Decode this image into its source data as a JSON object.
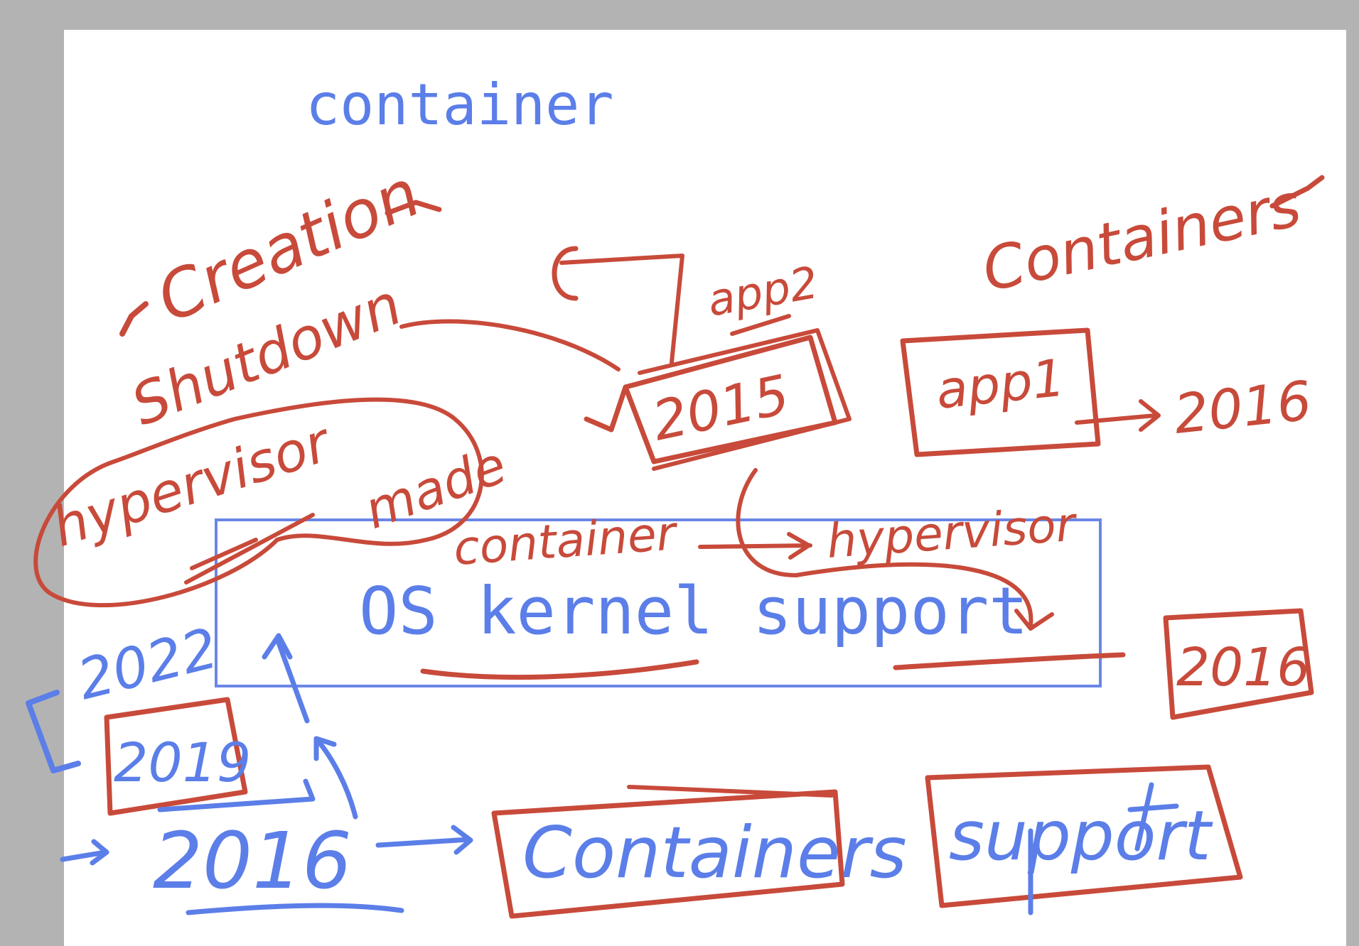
{
  "title": "container",
  "kernel_label": "OS kernel support",
  "notes": {
    "creation": "Creation",
    "shutdown": "Shutdown",
    "hypervisor_made": "hypervisor",
    "made": "made",
    "app2": "app2",
    "year_2015": "2015",
    "containers": "Containers",
    "app1": "app1",
    "year_2016_right": "2016",
    "container_word": "container",
    "hypervisor_arrow": "hypervisor",
    "year_2016_box": "2016",
    "year_2022": "2022",
    "year_2019": "2019",
    "year_2016_bottom": "2016",
    "containers_bottom": "Containers",
    "support_bottom": "support"
  },
  "colors": {
    "typed_text": "#5b7ee8",
    "red_ink": "#c84a3a",
    "blue_ink": "#5b7ee8",
    "page": "#ffffff",
    "backdrop": "#b3b3b3"
  }
}
